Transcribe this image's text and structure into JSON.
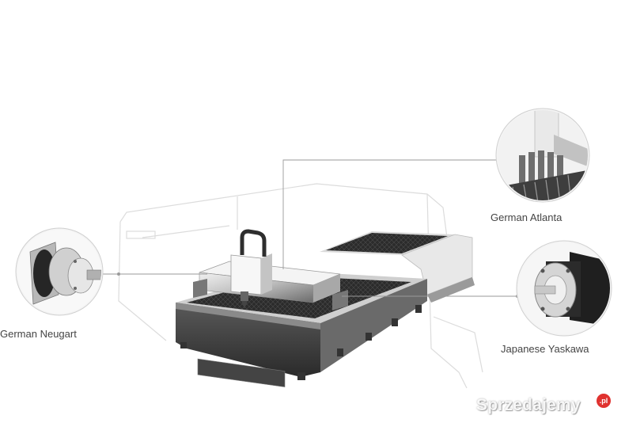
{
  "callouts": {
    "neugart": "German Neugart",
    "atlanta": "German Atlanta",
    "yaskawa": "Japanese Yaskawa"
  },
  "watermark": {
    "text": "Sprzedajemy",
    "badge": ".pl"
  },
  "colors": {
    "machine_dark": "#3a3a3a",
    "machine_light": "#d9d9d9",
    "accent_red": "#e0322f"
  }
}
